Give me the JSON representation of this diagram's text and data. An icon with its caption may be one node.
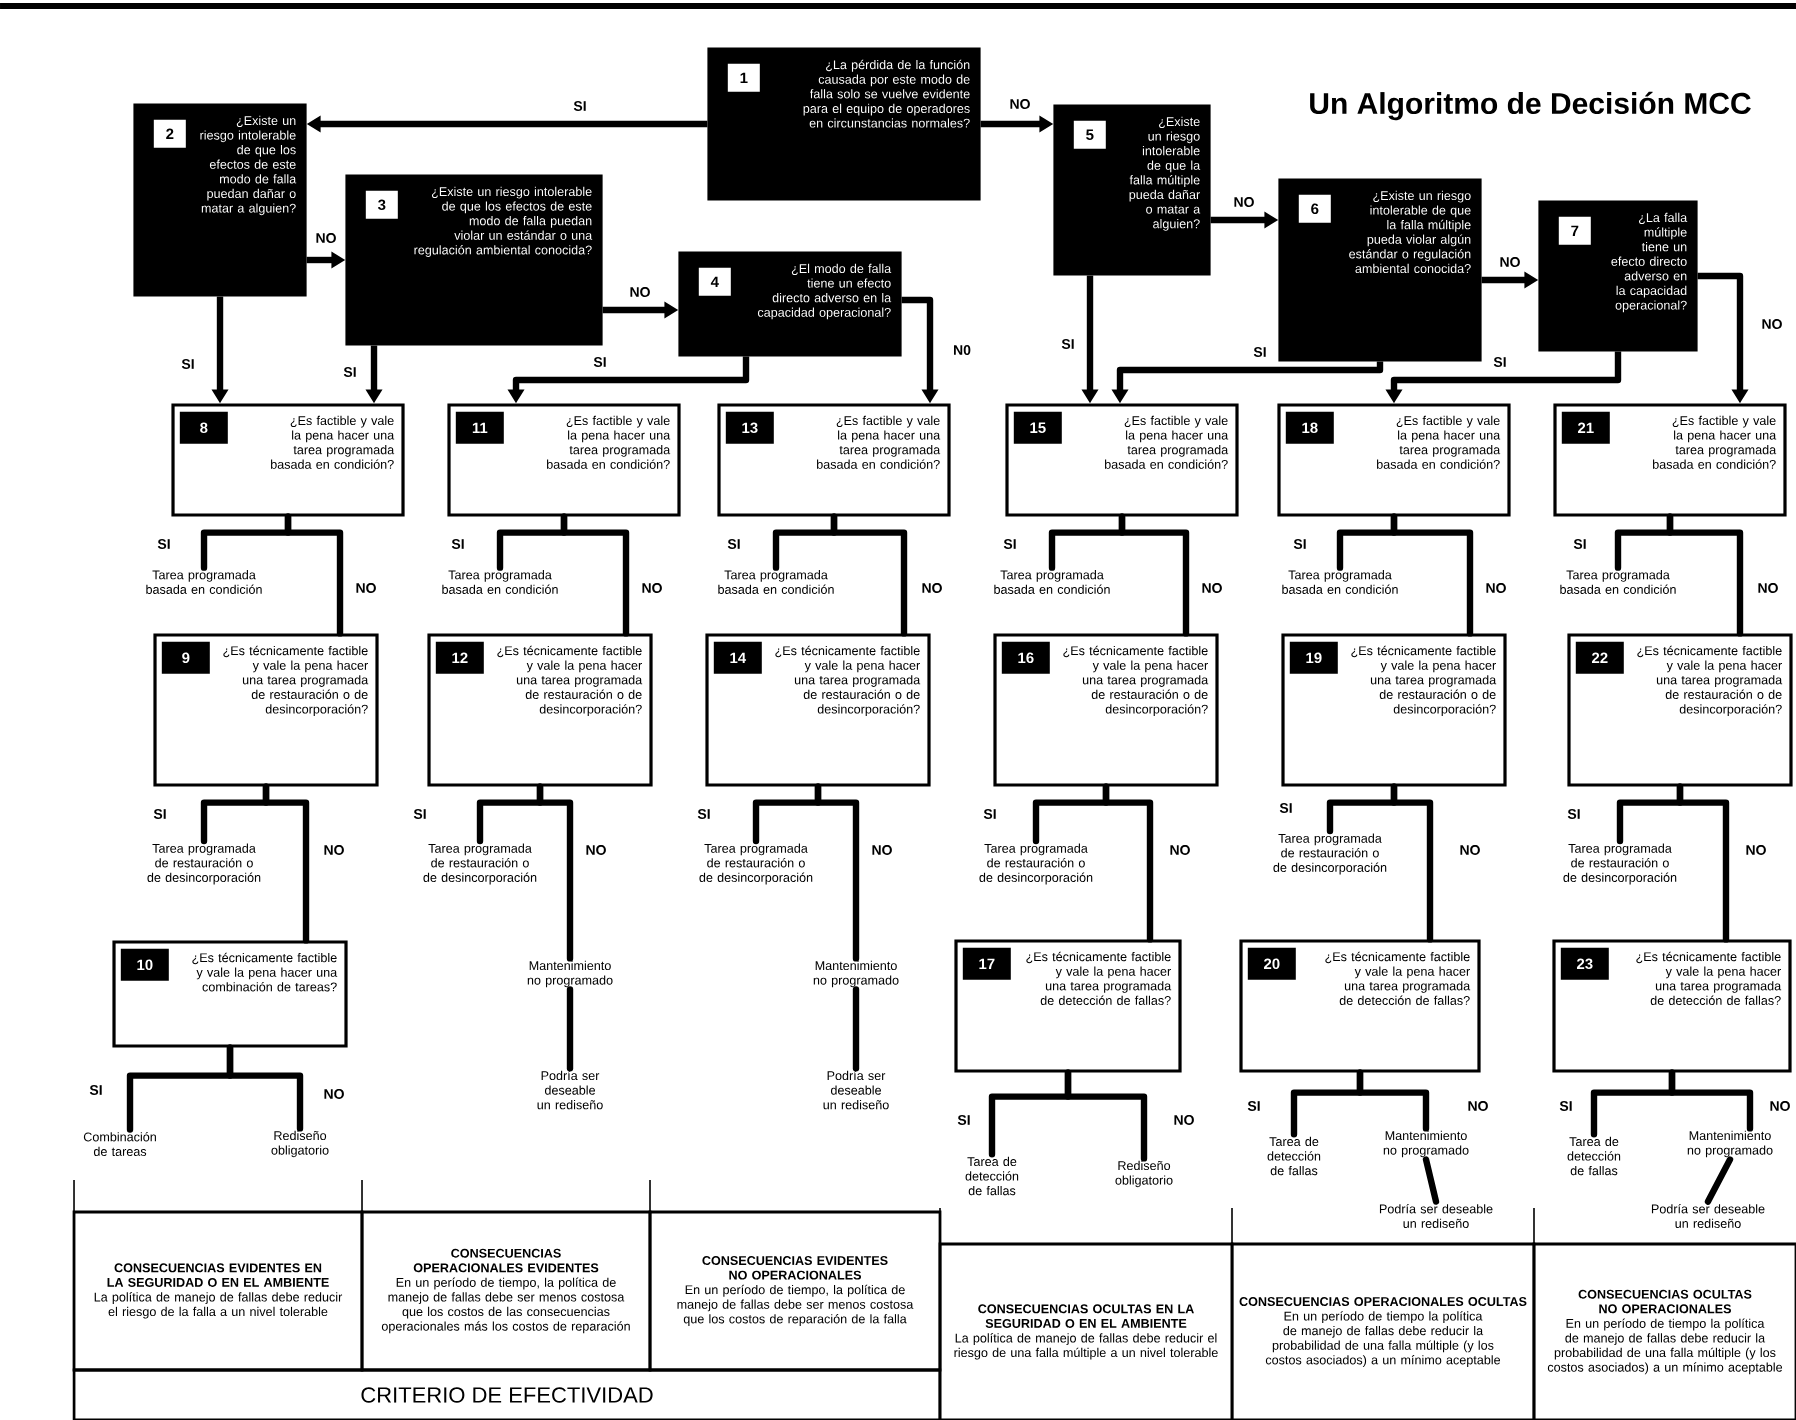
{
  "diagram": {
    "title": "Un Algoritmo de Decisión MCC",
    "nodes": [
      {
        "text": [
          "1",
          "¿La pérdida de la función causada por este modo de falla solo se vuelve evidente para el equipo de operadores en circunstancias normales?"
        ]
      },
      {
        "text": [
          "2",
          "¿Existe un riesgo intolerable de que los efectos de este modo de falla puedan dañar o matar a alguien?"
        ]
      },
      {
        "text": [
          "3",
          "¿Existe un riesgo intolerable de que los efectos de este modo de falla puedan violar un estándar o una regulación ambiental conocida?"
        ]
      },
      {
        "text": [
          "4",
          "¿El modo de falla tiene un efecto directo adverso en la capacidad operacional?"
        ]
      },
      {
        "text": [
          "5",
          "¿Existe un riesgo intolerable de que la falla múltiple pueda dañar o matar a alguien?"
        ]
      },
      {
        "text": [
          "6",
          "¿Existe un riesgo intolerable de que la falla múltiple pueda violar algún estándar o regulación ambiental conocida?"
        ]
      },
      {
        "text": [
          "7",
          "¿La falla múltiple tiene un efecto directo adverso en la capacidad operacional?"
        ]
      },
      {
        "text": [
          "8",
          "¿Es factible y vale la pena hacer una tarea programada basada en condición?"
        ]
      },
      {
        "text": [
          "Tarea programada basada en condición"
        ]
      },
      {
        "text": [
          "9",
          "¿Es técnicamente factible y vale la pena hacer una tarea programada de restauración o de desincorporación?"
        ]
      },
      {
        "text": [
          "Tarea programada de restauración o de desincorporación"
        ]
      },
      {
        "text": [
          "10",
          "¿Es técnicamente factible y vale la pena hacer una combinación de tareas?"
        ]
      },
      {
        "text": [
          "Combinación de tareas"
        ]
      },
      {
        "text": [
          "Rediseño obligatorio"
        ]
      },
      {
        "text": [
          "11",
          "¿Es factible y vale la pena hacer una tarea programada basada en condición?"
        ]
      },
      {
        "text": [
          "Tarea programada basada en condición"
        ]
      },
      {
        "text": [
          "12",
          "¿Es técnicamente factible y vale la pena hacer una tarea programada de restauración o de desincorporación?"
        ]
      },
      {
        "text": [
          "Tarea programada de restauración o de desincorporación"
        ]
      },
      {
        "text": [
          "Mantenimiento no programado"
        ]
      },
      {
        "text": [
          "Podría ser deseable un rediseño"
        ]
      },
      {
        "text": [
          "13",
          "¿Es factible y vale la pena hacer una tarea programada basada en condición?"
        ]
      },
      {
        "text": [
          "Tarea programada basada en condición"
        ]
      },
      {
        "text": [
          "14",
          "¿Es técnicamente factible y vale la pena hacer una tarea programada de restauración o de desincorporación?"
        ]
      },
      {
        "text": [
          "Tarea programada de restauración o de desincorporación"
        ]
      },
      {
        "text": [
          "Mantenimiento no programado"
        ]
      },
      {
        "text": [
          "Podría ser deseable un rediseño"
        ]
      },
      {
        "text": [
          "15",
          "¿Es factible y vale la pena hacer una tarea programada basada en condición?"
        ]
      },
      {
        "text": [
          "Tarea programada basada en condición"
        ]
      },
      {
        "text": [
          "16",
          "¿Es técnicamente factible y vale la pena hacer una tarea programada de restauración o de desincorporación?"
        ]
      },
      {
        "text": [
          "Tarea programada de restauración o de desincorporación"
        ]
      },
      {
        "text": [
          "17",
          "¿Es técnicamente factible y vale la pena hacer una tarea programada de detección de fallas?"
        ]
      },
      {
        "text": [
          "Tarea de detección de fallas"
        ]
      },
      {
        "text": [
          "Rediseño obligatorio"
        ]
      },
      {
        "text": [
          "18",
          "¿Es factible y vale la pena hacer una tarea programada basada en condición?"
        ]
      },
      {
        "text": [
          "Tarea programada basada en condición"
        ]
      },
      {
        "text": [
          "19",
          "¿Es técnicamente factible y vale la pena hacer una tarea programada de restauración o de desincorporación?"
        ]
      },
      {
        "text": [
          "Tarea programada de restauración o de desincorporación"
        ]
      },
      {
        "text": [
          "20",
          "¿Es técnicamente factible y vale la pena hacer una tarea programada de detección de fallas?"
        ]
      },
      {
        "text": [
          "Tarea de detección de fallas"
        ]
      },
      {
        "text": [
          "Mantenimiento no programado"
        ]
      },
      {
        "text": [
          "Podría ser deseable un rediseño"
        ]
      },
      {
        "text": [
          "21",
          "¿Es factible y vale la pena hacer una tarea programada basada en condición?"
        ]
      },
      {
        "text": [
          "Tarea programada basada en condición"
        ]
      },
      {
        "text": [
          "22",
          "¿Es técnicamente factible y vale la pena hacer una tarea programada de restauración o de desincorporación?"
        ]
      },
      {
        "text": [
          "Tarea programada de restauración o de desincorporación"
        ]
      },
      {
        "text": [
          "23",
          "¿Es técnicamente factible y vale la pena hacer una tarea programada de detección de fallas?"
        ]
      },
      {
        "text": [
          "Tarea de detección de fallas"
        ]
      },
      {
        "text": [
          "Mantenimiento no programado"
        ]
      },
      {
        "text": [
          "Podría ser deseable un rediseño"
        ]
      },
      {
        "text": [
          "CONSECUENCIAS EVIDENTES EN LA SEGURIDAD O EN EL AMBIENTE",
          "La política de manejo de fallas debe reducir el riesgo de la falla a un nivel tolerable"
        ]
      },
      {
        "text": [
          "CONSECUENCIAS OPERACIONALES EVIDENTES",
          "En un período de tiempo, la política de manejo de fallas debe ser menos costosa que los costos de las consecuencias operacionales más los costos de reparación"
        ]
      },
      {
        "text": [
          "CONSECUENCIAS EVIDENTES NO OPERACIONALES",
          "En un período de tiempo, la política de manejo de fallas debe ser menos costosa que los costos de reparación de la falla"
        ]
      },
      {
        "text": [
          "CRITERIO DE EFECTIVIDAD"
        ]
      },
      {
        "text": [
          "CONSECUENCIAS OCULTAS EN LA SEGURIDAD O EN EL AMBIENTE",
          "La política de manejo de fallas debe reducir el riesgo de una falla múltiple a un nivel tolerable"
        ]
      },
      {
        "text": [
          "CONSECUENCIAS OPERACIONALES OCULTAS",
          "En un período de tiempo la política de manejo de fallas debe reducir la probabilidad de una falla múltiple (y los costos asociados) a un mínimo aceptable"
        ]
      },
      {
        "text": [
          "CONSECUENCIAS OCULTAS NO OPERACIONALES",
          "En un período de tiempo la política de manejo de fallas debe reducir la probabilidad de una falla múltiple (y los costos asociados) a un mínimo aceptable"
        ]
      }
    ],
    "edges": [
      {
        "from": 0,
        "to": 1,
        "arrow": "to",
        "label": "SI"
      },
      {
        "from": 0,
        "to": 4,
        "arrow": "to",
        "label": "NO"
      },
      {
        "from": 1,
        "to": 2,
        "arrow": "to",
        "label": "NO"
      },
      {
        "from": 1,
        "to": 7,
        "arrow": "to",
        "label": "SI"
      },
      {
        "from": 2,
        "to": 3,
        "arrow": "to",
        "label": "NO"
      },
      {
        "from": 2,
        "to": 7,
        "arrow": "to",
        "label": "SI"
      },
      {
        "from": 3,
        "to": 14,
        "arrow": "to",
        "label": "SI"
      },
      {
        "from": 3,
        "to": 20,
        "arrow": "to",
        "label": "N0"
      },
      {
        "from": 4,
        "to": 26,
        "arrow": "to",
        "label": "SI"
      },
      {
        "from": 4,
        "to": 5,
        "arrow": "to",
        "label": "NO"
      },
      {
        "from": 5,
        "to": 26,
        "arrow": "to",
        "label": "SI"
      },
      {
        "from": 5,
        "to": 6,
        "arrow": "to",
        "label": "NO"
      },
      {
        "from": 6,
        "to": 33,
        "arrow": "to",
        "label": "SI"
      },
      {
        "from": 6,
        "to": 41,
        "arrow": "to",
        "label": "NO"
      },
      {
        "from": 7,
        "to": 8,
        "arrow": "none",
        "label": "SI"
      },
      {
        "from": 7,
        "to": 9,
        "arrow": "none",
        "label": "NO"
      },
      {
        "from": 9,
        "to": 10,
        "arrow": "none",
        "label": "SI"
      },
      {
        "from": 9,
        "to": 11,
        "arrow": "none",
        "label": "NO"
      },
      {
        "from": 11,
        "to": 12,
        "arrow": "none",
        "label": "SI"
      },
      {
        "from": 11,
        "to": 13,
        "arrow": "none",
        "label": "NO"
      },
      {
        "from": 14,
        "to": 15,
        "arrow": "none",
        "label": "SI"
      },
      {
        "from": 14,
        "to": 16,
        "arrow": "none",
        "label": "NO"
      },
      {
        "from": 16,
        "to": 17,
        "arrow": "none",
        "label": "SI"
      },
      {
        "from": 16,
        "to": 18,
        "arrow": "none",
        "label": "NO"
      },
      {
        "from": 18,
        "to": 19,
        "arrow": "none"
      },
      {
        "from": 20,
        "to": 21,
        "arrow": "none",
        "label": "SI"
      },
      {
        "from": 20,
        "to": 22,
        "arrow": "none",
        "label": "NO"
      },
      {
        "from": 22,
        "to": 23,
        "arrow": "none",
        "label": "SI"
      },
      {
        "from": 22,
        "to": 24,
        "arrow": "none",
        "label": "NO"
      },
      {
        "from": 24,
        "to": 25,
        "arrow": "none"
      },
      {
        "from": 26,
        "to": 27,
        "arrow": "none",
        "label": "SI"
      },
      {
        "from": 26,
        "to": 28,
        "arrow": "none",
        "label": "NO"
      },
      {
        "from": 28,
        "to": 29,
        "arrow": "none",
        "label": "SI"
      },
      {
        "from": 28,
        "to": 30,
        "arrow": "none",
        "label": "NO"
      },
      {
        "from": 30,
        "to": 31,
        "arrow": "none",
        "label": "SI"
      },
      {
        "from": 30,
        "to": 32,
        "arrow": "none",
        "label": "NO"
      },
      {
        "from": 33,
        "to": 34,
        "arrow": "none",
        "label": "SI"
      },
      {
        "from": 33,
        "to": 35,
        "arrow": "none",
        "label": "NO"
      },
      {
        "from": 35,
        "to": 36,
        "arrow": "none",
        "label": "SI"
      },
      {
        "from": 35,
        "to": 37,
        "arrow": "none",
        "label": "NO"
      },
      {
        "from": 37,
        "to": 38,
        "arrow": "none",
        "label": "SI"
      },
      {
        "from": 37,
        "to": 39,
        "arrow": "none",
        "label": "NO"
      },
      {
        "from": 39,
        "to": 40,
        "arrow": "none"
      },
      {
        "from": 41,
        "to": 42,
        "arrow": "none",
        "label": "SI"
      },
      {
        "from": 41,
        "to": 43,
        "arrow": "none",
        "label": "NO"
      },
      {
        "from": 43,
        "to": 44,
        "arrow": "none",
        "label": "SI"
      },
      {
        "from": 43,
        "to": 45,
        "arrow": "none",
        "label": "NO"
      },
      {
        "from": 45,
        "to": 46,
        "arrow": "none",
        "label": "SI"
      },
      {
        "from": 45,
        "to": 47,
        "arrow": "none",
        "label": "NO"
      },
      {
        "from": 47,
        "to": 48,
        "arrow": "none"
      }
    ]
  }
}
